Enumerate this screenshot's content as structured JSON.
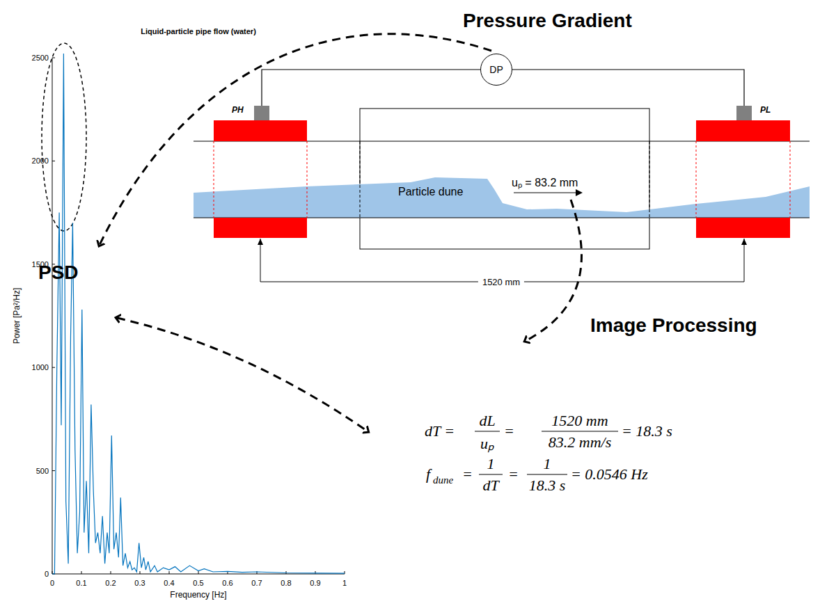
{
  "diagram": {
    "nodes": [
      {
        "text": [
          "DP"
        ]
      }
    ],
    "labels": [
      "Pressure Gradient",
      "PSD",
      "Image Processing",
      "PH",
      "PL",
      "Particle dune",
      "uₚ = 83.2 mm",
      "1520 mm",
      "Liquid-particle pipe flow (water)",
      "Power [Pa²/Hz]",
      "Frequency [Hz]",
      "0",
      "500",
      "1000",
      "1500",
      "2000",
      "2500",
      "0",
      "0.1",
      "0.2",
      "0.3",
      "0.4",
      "0.5",
      "0.6",
      "0.7",
      "0.8",
      "0.9",
      "1",
      "dT =",
      "dL",
      "uₚ",
      "=",
      "1520 mm",
      "83.2 mm/s",
      "= 18.3 s",
      "f",
      "dune",
      "=",
      "1",
      "dT",
      "=",
      "1",
      "18.3 s",
      "= 0.0546 Hz"
    ]
  }
}
